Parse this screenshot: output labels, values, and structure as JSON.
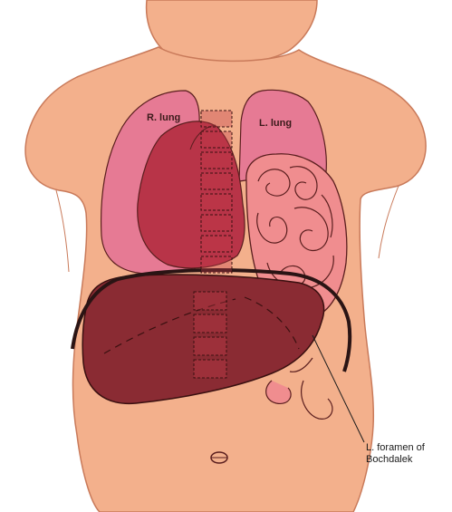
{
  "labels": {
    "right_lung": "R. lung",
    "left_lung": "L. lung",
    "foramen_line1": "L. foramen of",
    "foramen_line2": "Bochdalek"
  },
  "colors": {
    "skin": "#f3b08c",
    "skin_edge": "#c97a5a",
    "lung": "#e67a94",
    "heart": "#b83448",
    "intestine": "#f08d8f",
    "liver": "#8a2b33",
    "diaphragm": "#2a1414",
    "spine": "#c03a48",
    "outline": "#5a1e1e"
  }
}
